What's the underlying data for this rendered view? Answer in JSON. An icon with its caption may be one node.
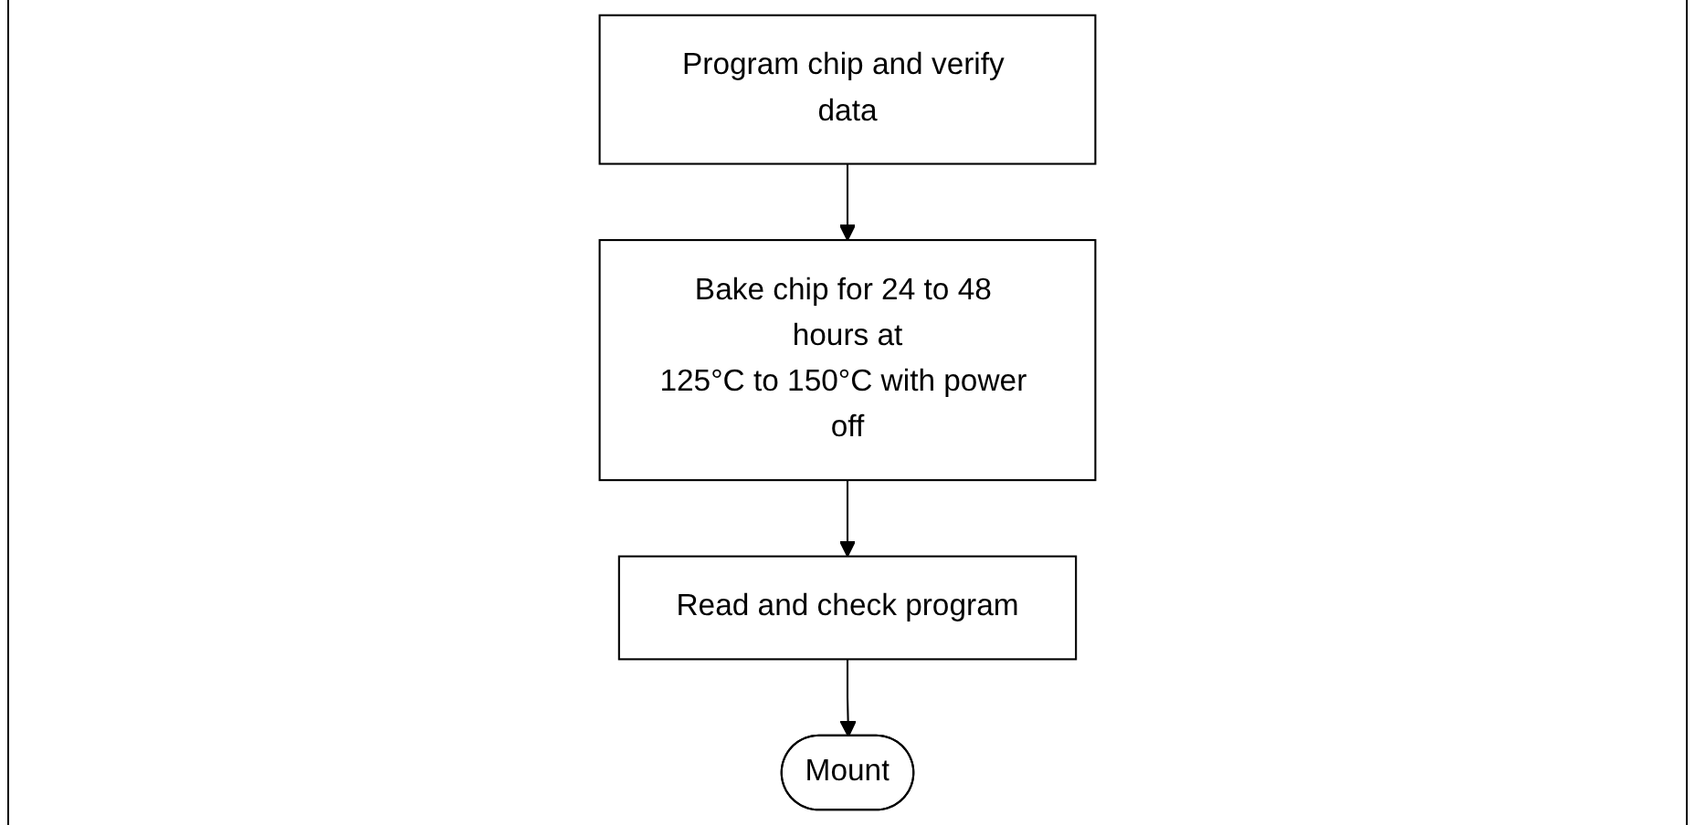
{
  "diagram": {
    "nodes": [
      {
        "text": [
          "Program chip and verify data"
        ]
      },
      {
        "text": [
          "Bake chip for 24 to 48 hours at 125°C to 150°C with power off"
        ]
      },
      {
        "text": [
          "Read and check program"
        ]
      },
      {
        "text": [
          "Mount"
        ]
      }
    ],
    "edges": [
      {
        "from": 0,
        "to": 1,
        "arrow": "to"
      },
      {
        "from": 1,
        "to": 2,
        "arrow": "to"
      },
      {
        "from": 2,
        "to": 3,
        "arrow": "to"
      }
    ]
  }
}
